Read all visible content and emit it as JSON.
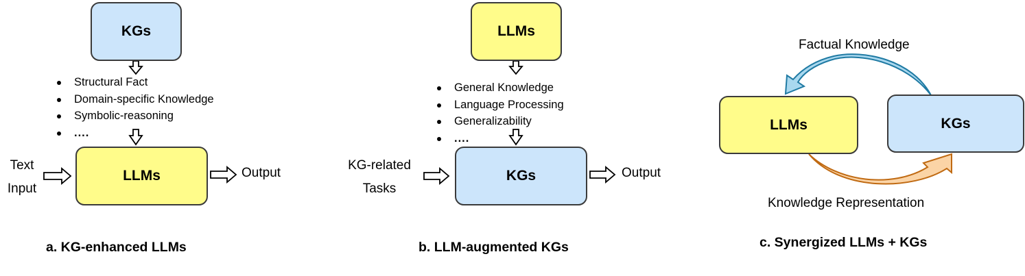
{
  "colors": {
    "kg_fill": "#cce5fb",
    "llm_fill": "#fffc8a",
    "box_border": "#3a3a3a",
    "factual_arrow_fill": "#a9d8ef",
    "factual_arrow_stroke": "#1f7aa3",
    "representation_arrow_fill": "#fbd4a6",
    "representation_arrow_stroke": "#c06a12"
  },
  "panel_a": {
    "top_box": "KGs",
    "bullets": [
      "Structural Fact",
      "Domain-specific Knowledge",
      "Symbolic-reasoning",
      "...."
    ],
    "main_box": "LLMs",
    "input_label_line1": "Text",
    "input_label_line2": "Input",
    "output_label": "Output",
    "caption": "a. KG-enhanced LLMs"
  },
  "panel_b": {
    "top_box": "LLMs",
    "bullets": [
      "General Knowledge",
      "Language Processing",
      "Generalizability",
      "...."
    ],
    "main_box": "KGs",
    "input_label_line1": "KG-related",
    "input_label_line2": "Tasks",
    "output_label": "Output",
    "caption": "b. LLM-augmented KGs"
  },
  "panel_c": {
    "left_box": "LLMs",
    "right_box": "KGs",
    "top_arrow_label": "Factual Knowledge",
    "bottom_arrow_label": "Knowledge Representation",
    "caption": "c. Synergized LLMs + KGs"
  }
}
